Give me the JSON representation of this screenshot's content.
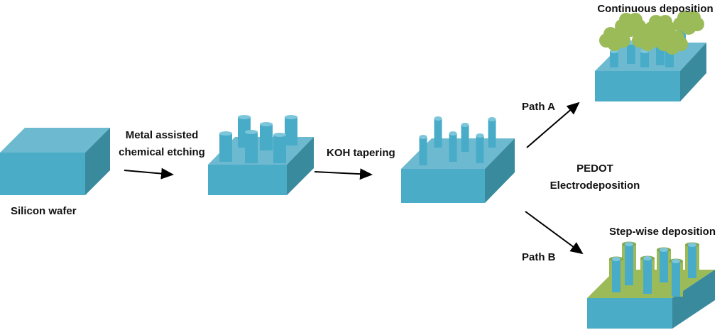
{
  "labels": {
    "silicon_wafer": "Silicon wafer",
    "etching_line1": "Metal assisted",
    "etching_line2": "chemical etching",
    "koh": "KOH tapering",
    "path_a": "Path A",
    "path_b": "Path B",
    "pedot_line1": "PEDOT",
    "pedot_line2": "Electrodeposition",
    "continuous": "Continuous deposition",
    "stepwise": "Step-wise deposition"
  },
  "colors": {
    "top": "#6dbad0",
    "front": "#4aacc6",
    "side": "#3a8a9e",
    "pillar": "#48acc8",
    "pillar_top": "#7cc6db",
    "pedot": "#9bbb59",
    "pedot_dark": "#86a84a"
  }
}
